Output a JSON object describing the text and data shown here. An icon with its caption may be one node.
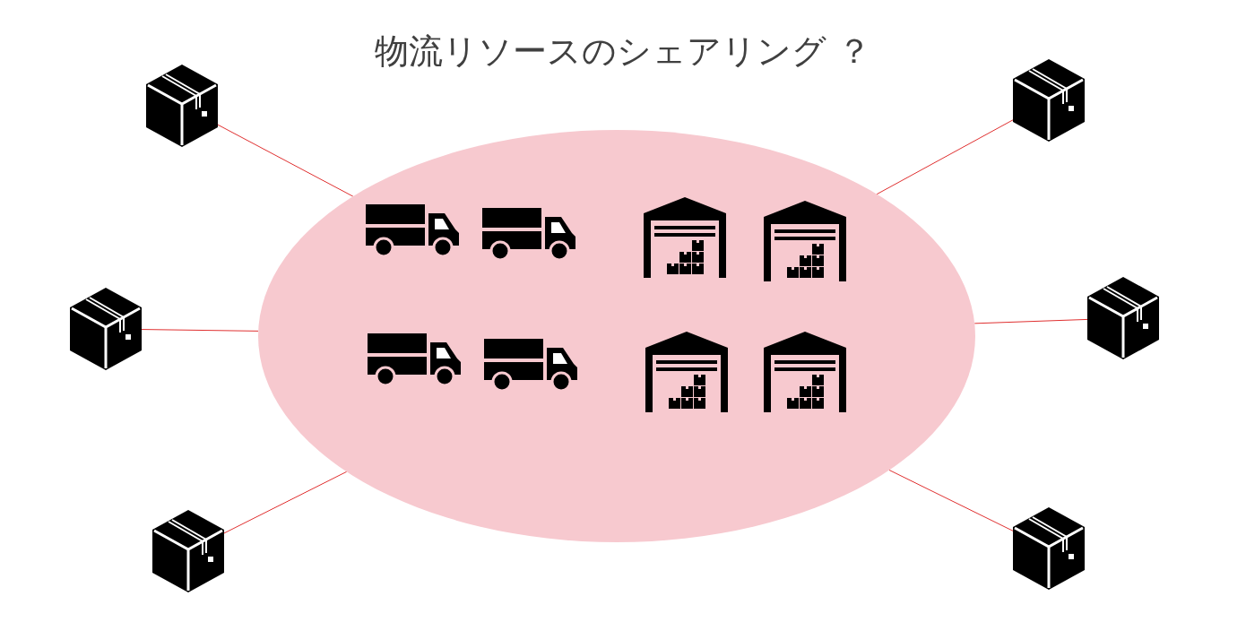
{
  "diagram": {
    "title": "物流リソースのシェアリング ？",
    "nodes": [
      {
        "text": [],
        "shape": "ellipse"
      },
      {
        "text": [],
        "shape": "picture"
      },
      {
        "text": [],
        "shape": "picture"
      },
      {
        "text": [],
        "shape": "picture"
      },
      {
        "text": [],
        "shape": "picture"
      },
      {
        "text": [],
        "shape": "picture"
      },
      {
        "text": [],
        "shape": "picture"
      }
    ],
    "edges": [
      {
        "from": 1,
        "to": 0,
        "arrow": "none"
      },
      {
        "from": 2,
        "to": 0,
        "arrow": "none"
      },
      {
        "from": 3,
        "to": 0,
        "arrow": "none"
      },
      {
        "from": 4,
        "to": 0,
        "arrow": "none"
      },
      {
        "from": 5,
        "to": 0,
        "arrow": "none"
      },
      {
        "from": 6,
        "to": 0,
        "arrow": "none"
      }
    ]
  }
}
